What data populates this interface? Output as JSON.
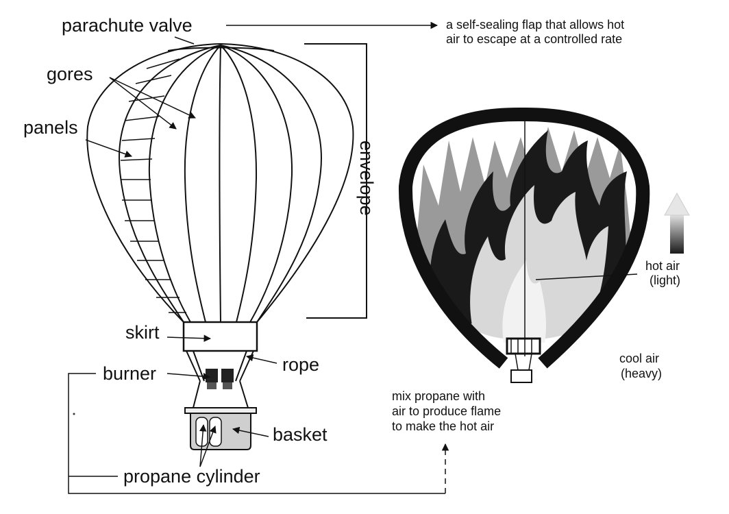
{
  "labels": {
    "parachute_valve": "parachute valve",
    "gores": "gores",
    "panels": "panels",
    "envelope": "envelope",
    "skirt": "skirt",
    "rope": "rope",
    "burner": "burner",
    "basket": "basket",
    "propane_cylinder": "propane cylinder"
  },
  "notes": {
    "valve_desc_line1": "a self-sealing flap that allows hot",
    "valve_desc_line2": "air to escape at a controlled rate",
    "hot_air_line1": "hot air",
    "hot_air_line2": "(light)",
    "cool_air_line1": "cool air",
    "cool_air_line2": "(heavy)",
    "mix_line1": "mix propane with",
    "mix_line2": "air to produce flame",
    "mix_line3": "to make the hot air"
  },
  "colors": {
    "ink": "#111111",
    "flame_light": "#d8d8d8",
    "flame_mid": "#9a9a9a",
    "flame_dark": "#1a1a1a",
    "basket_fill": "#cfcfcf"
  }
}
